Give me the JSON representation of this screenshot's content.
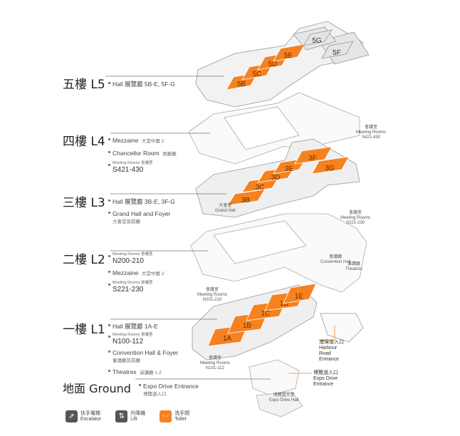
{
  "colors": {
    "hall_orange": "#f58220",
    "hall_text": "#6b2e00",
    "floor_fill": "#f2f2f2",
    "floor_stroke": "#999999",
    "leader": "#777777",
    "entrance": "#f58220"
  },
  "floors": [
    {
      "id": "L5",
      "name": "五樓 L5",
      "items": [
        {
          "main": "Hall 展覽廳 5B-E, 5F-G"
        }
      ]
    },
    {
      "id": "L4",
      "name": "四樓 L4",
      "items": [
        {
          "main": "Mezzaine",
          "zh": "大堂中層 2"
        },
        {
          "main": "Chancellor Room",
          "zh": "君爵廳"
        },
        {
          "small": "Meeting Rooms 會議室",
          "code": "S421-430"
        }
      ]
    },
    {
      "id": "L3",
      "name": "三樓 L3",
      "items": [
        {
          "main": "Hall 展覽廳 3B-E, 3F-G"
        },
        {
          "main": "Grand Hall and Foyer",
          "zh": "大會堂及前廳"
        }
      ]
    },
    {
      "id": "L2",
      "name": "二樓 L2",
      "items": [
        {
          "small": "Meeting Rooms 會議室",
          "code": "N200-210"
        },
        {
          "main": "Mezzaine",
          "zh": "大堂中層 2"
        },
        {
          "small": "Meeting Rooms 會議室",
          "code": "S221-230"
        }
      ]
    },
    {
      "id": "L1",
      "name": "一樓 L1",
      "items": [
        {
          "main": "Hall 展覽廳 1A-E"
        },
        {
          "small": "Meeting Rooms 會議室",
          "code": "N100-112"
        },
        {
          "main": "Convention Hall & Foyer",
          "zh": "會議廳及前廳"
        },
        {
          "main": "Theatres",
          "zh": "演講廳 1-2"
        }
      ]
    },
    {
      "id": "G",
      "name": "地面 Ground",
      "items": [
        {
          "main": "Expo Drive Entrance",
          "zh": "博覽道入口"
        }
      ]
    }
  ],
  "halls": {
    "L5": [
      "5B",
      "5C",
      "5D",
      "5E",
      "5F",
      "5G"
    ],
    "L3": [
      "3B",
      "3C",
      "3D",
      "3E",
      "3F",
      "3G"
    ],
    "L1": [
      "1A",
      "1B",
      "1C",
      "1D",
      "1E"
    ]
  },
  "map_labels": {
    "l4_meeting": "會議室\nMeeting Rooms\nS421-430",
    "l3_grand": "大會堂\nGrand Hall",
    "l3_meeting": "會議室\nMeeting Rooms\nS221-230",
    "l2_convention": "會議廳\nConvention Hall",
    "l2_theatres": "演講廳\nTheatres",
    "l2_meeting": "會議室\nMeeting Rooms\nN201-210",
    "l1_meeting": "會議室\nMeeting Rooms\nN101-112",
    "harbour_entrance": "港灣道入口\nHarbour\nRoad\nEntrance",
    "expo_entrance": "博覽道入口\nExpo Drive\nEntrance",
    "expo_hall": "博覽道大堂\nExpo Drive Hall"
  },
  "legend": [
    {
      "icon": "escalator-icon",
      "zh": "扶手電梯",
      "en": "Escalator",
      "color": "#555555",
      "glyph": "⇗"
    },
    {
      "icon": "lift-icon",
      "zh": "升降機",
      "en": "Lift",
      "color": "#555555",
      "glyph": "⇅"
    },
    {
      "icon": "toilet-icon",
      "zh": "洗手間",
      "en": "Toilet",
      "color": "#f58220",
      "glyph": "♀♂"
    }
  ]
}
